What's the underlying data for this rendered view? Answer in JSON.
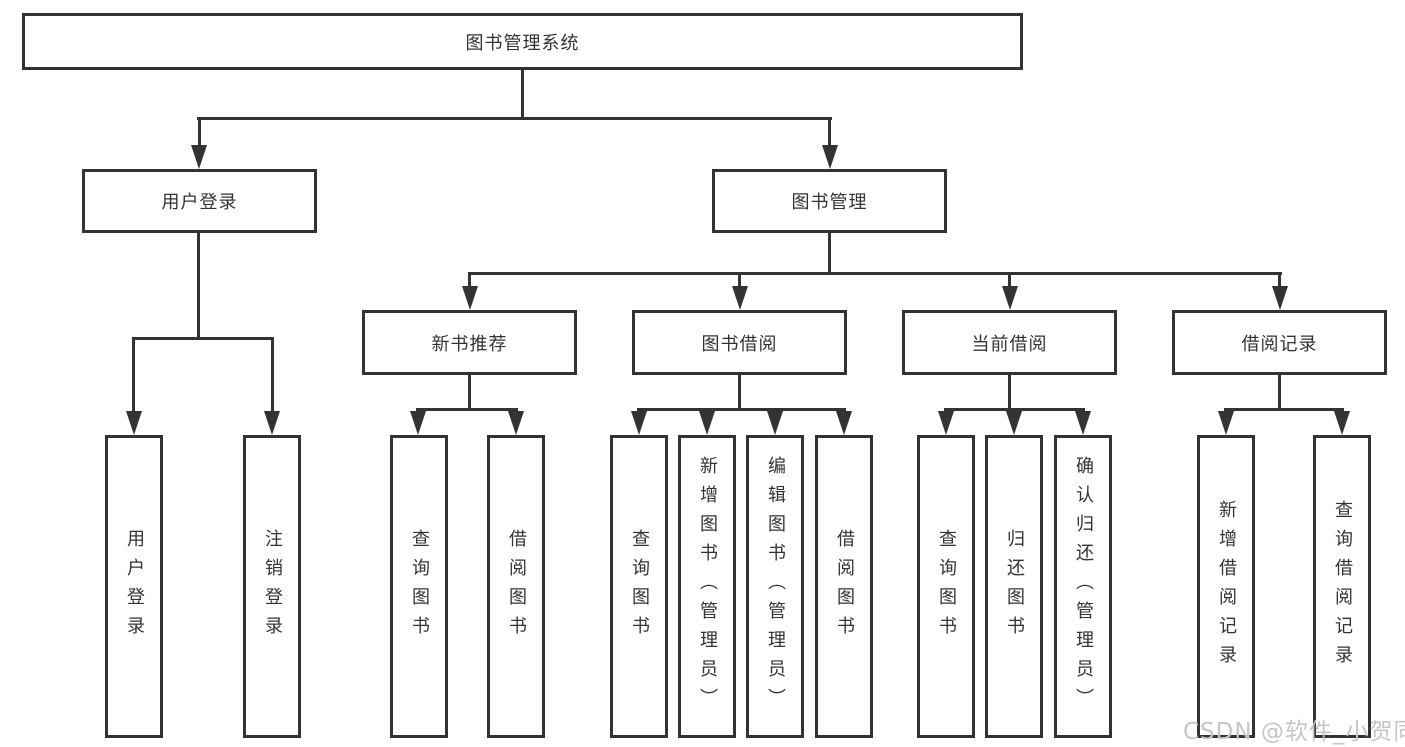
{
  "root": {
    "label": "图书管理系统"
  },
  "level2": [
    {
      "id": "user-login",
      "label": "用户登录"
    },
    {
      "id": "book-management",
      "label": "图书管理"
    }
  ],
  "level3": [
    {
      "id": "new-book-recommend",
      "label": "新书推荐",
      "parent": "图书管理"
    },
    {
      "id": "book-borrowing",
      "label": "图书借阅",
      "parent": "图书管理"
    },
    {
      "id": "current-borrowing",
      "label": "当前借阅",
      "parent": "图书管理"
    },
    {
      "id": "borrowing-records",
      "label": "借阅记录",
      "parent": "图书管理"
    }
  ],
  "leaves": [
    {
      "group": "用户登录",
      "label": "用户登录"
    },
    {
      "group": "用户登录",
      "label": "注销登录"
    },
    {
      "group": "新书推荐",
      "label": "查询图书"
    },
    {
      "group": "新书推荐",
      "label": "借阅图书"
    },
    {
      "group": "图书借阅",
      "label": "查询图书"
    },
    {
      "group": "图书借阅",
      "label": "新增图书（管理员）"
    },
    {
      "group": "图书借阅",
      "label": "编辑图书（管理员）"
    },
    {
      "group": "图书借阅",
      "label": "借阅图书"
    },
    {
      "group": "当前借阅",
      "label": "查询图书"
    },
    {
      "group": "当前借阅",
      "label": "归还图书"
    },
    {
      "group": "当前借阅",
      "label": "确认归还（管理员）"
    },
    {
      "group": "借阅记录",
      "label": "新增借阅记录"
    },
    {
      "group": "借阅记录",
      "label": "查询借阅记录"
    }
  ],
  "watermark": {
    "text": "CSDN @软件_小贺同学"
  },
  "colors": {
    "line": "#333333",
    "text": "#333333",
    "background": "#ffffff",
    "watermark": "#c6c6c6"
  }
}
